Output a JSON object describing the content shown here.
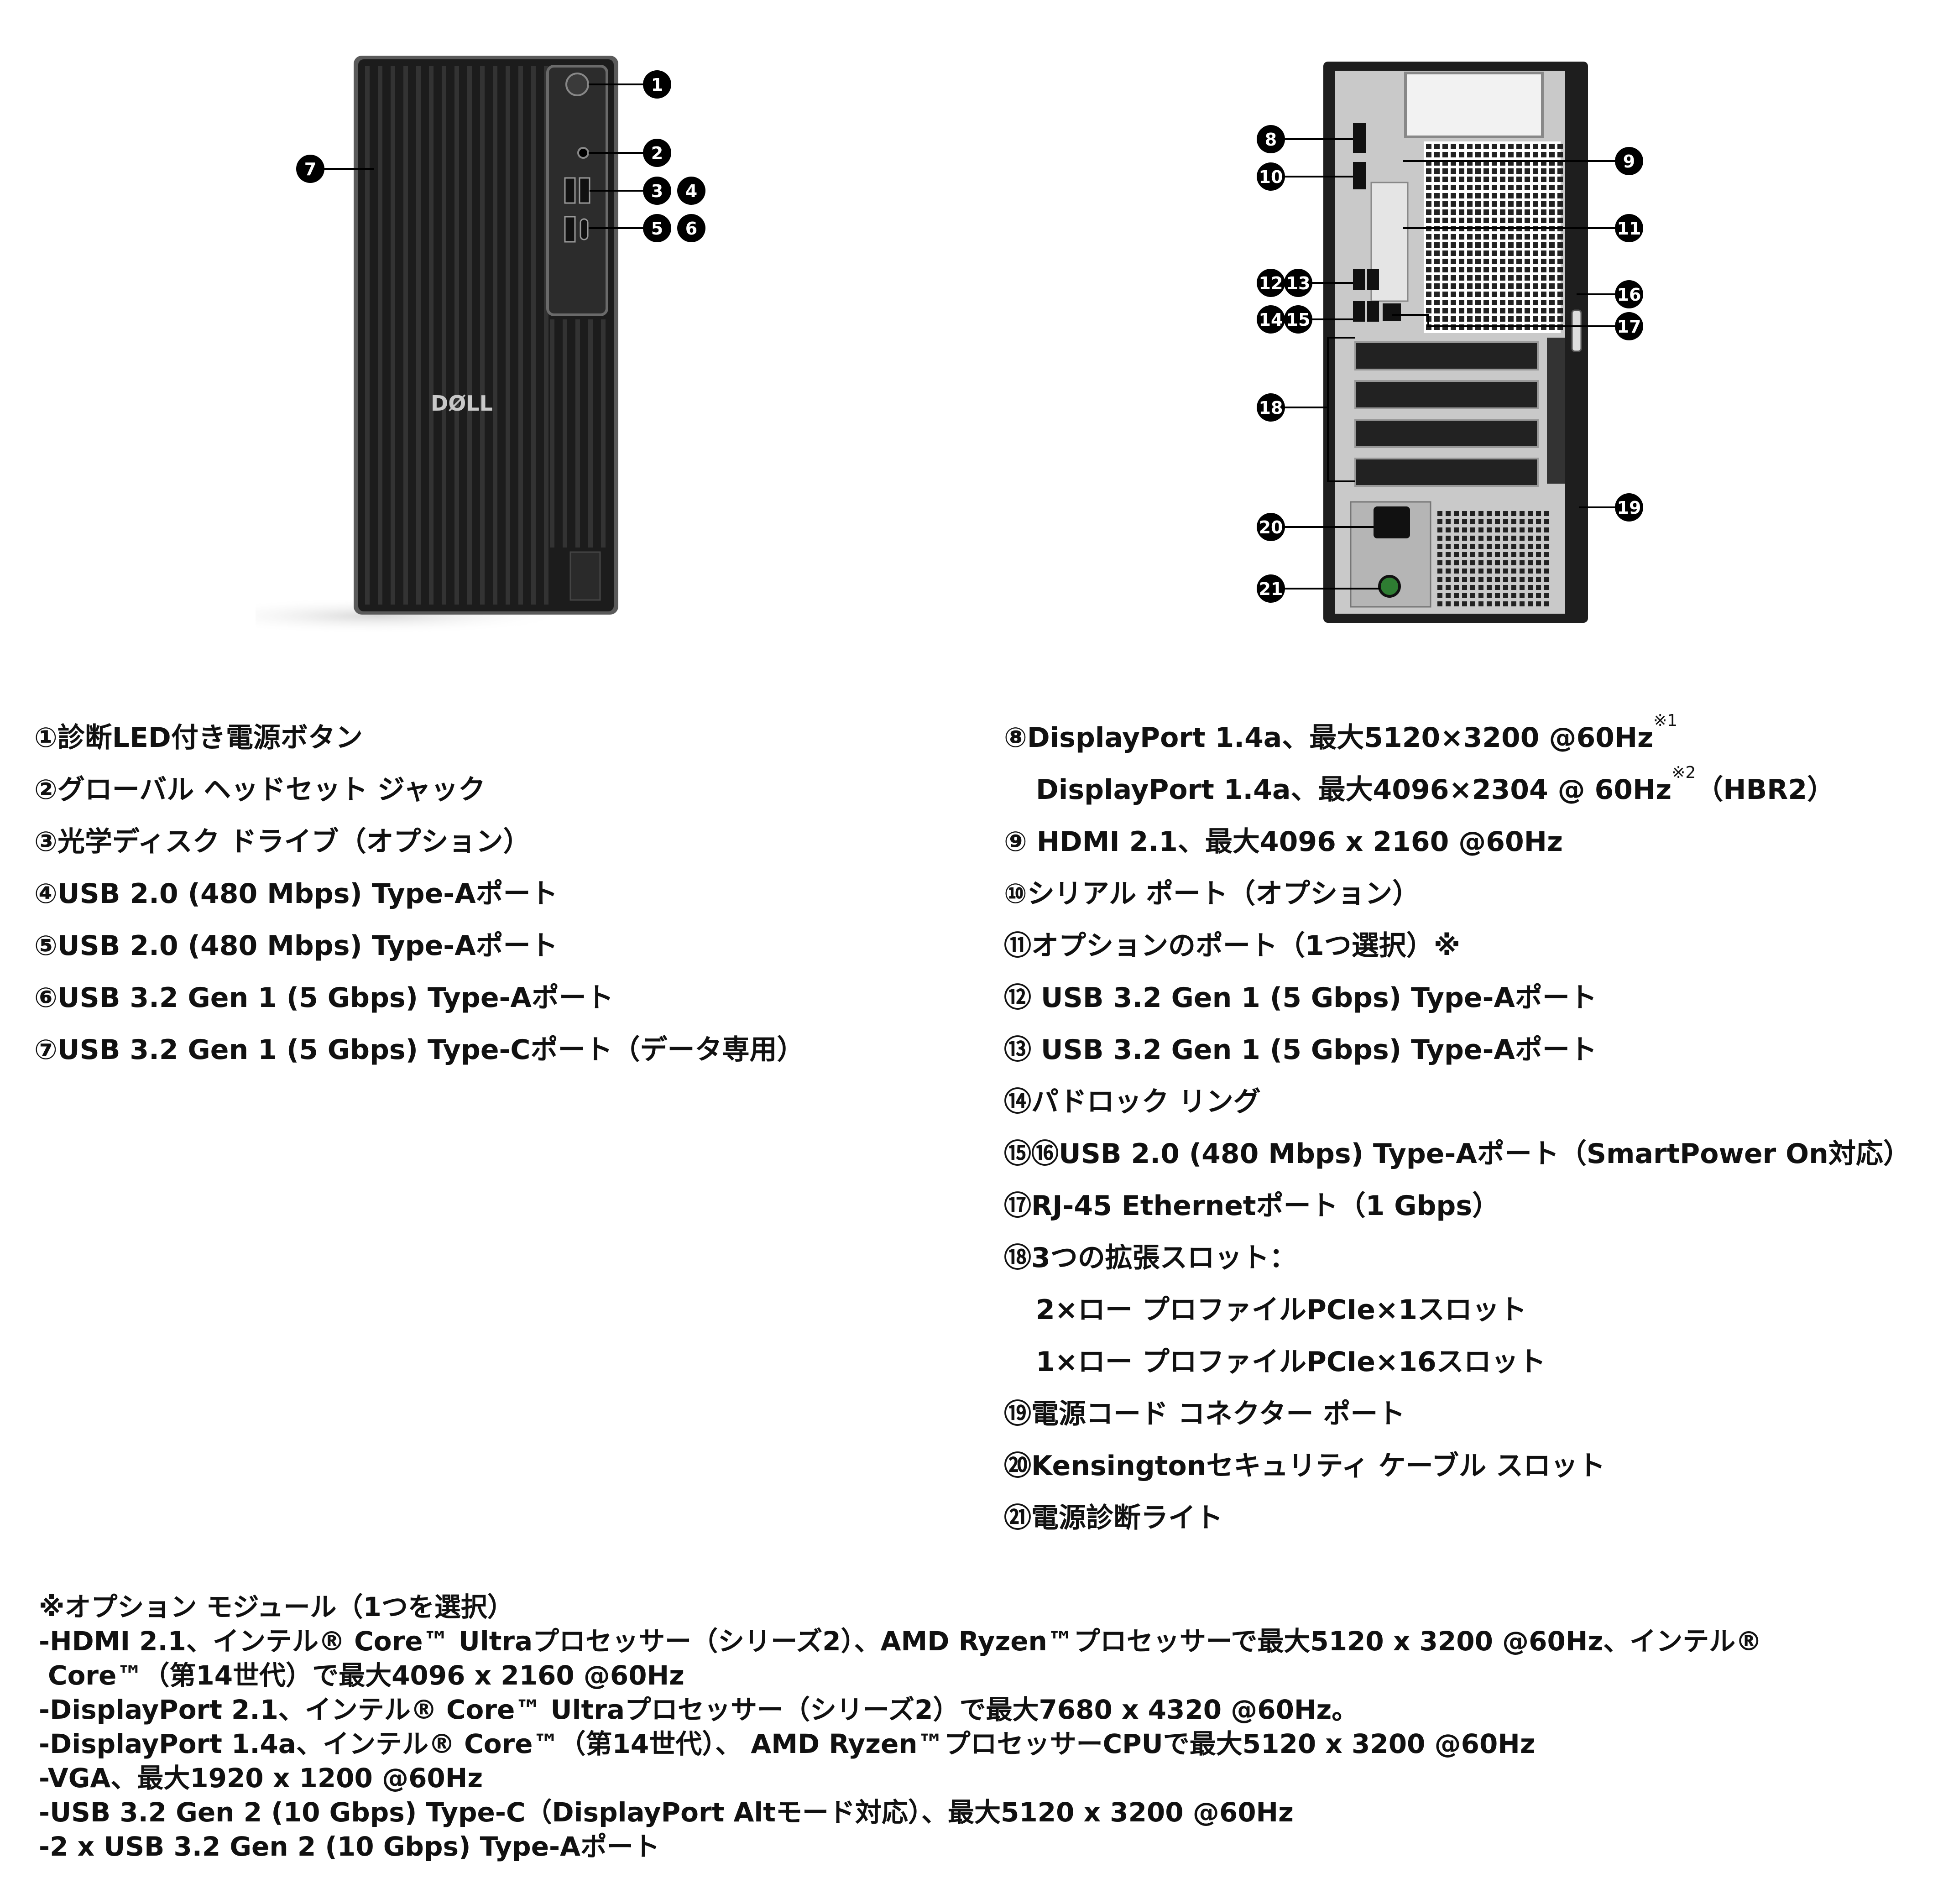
{
  "front_image": {
    "logo_text": "DØLL",
    "callouts": [
      "1",
      "2",
      "3",
      "4",
      "5",
      "6",
      "7"
    ]
  },
  "rear_image": {
    "callouts": [
      "8",
      "9",
      "10",
      "11",
      "12",
      "13",
      "14",
      "15",
      "16",
      "17",
      "18",
      "19",
      "20",
      "21"
    ]
  },
  "left_specs": [
    {
      "mark": "①",
      "text": "診断LED付き電源ボタン"
    },
    {
      "mark": "②",
      "text": "グローバル ヘッドセット ジャック"
    },
    {
      "mark": "③",
      "text": "光学ディスク ドライブ（オプション）"
    },
    {
      "mark": "④",
      "text": "USB 2.0 (480 Mbps) Type-Aポート"
    },
    {
      "mark": "⑤",
      "text": "USB 2.0 (480 Mbps) Type-Aポート"
    },
    {
      "mark": "⑥",
      "text": "USB 3.2 Gen 1 (5 Gbps) Type-Aポート"
    },
    {
      "mark": "⑦",
      "text": "USB 3.2 Gen 1 (5 Gbps) Type-Cポート（データ専用）"
    }
  ],
  "right_specs": {
    "item8": {
      "mark": "⑧",
      "text": "DisplayPort 1.4a、最大5120×3200 @60Hz",
      "sup": "※1"
    },
    "item8b": {
      "text": "DisplayPort 1.4a、最大4096×2304 @ 60Hz",
      "sup": "※2",
      "tail": "（HBR2）"
    },
    "item9": {
      "mark": "⑨",
      "text": " HDMI 2.1、最大4096 x 2160 @60Hz"
    },
    "item10": {
      "mark": "⑩",
      "text": "シリアル ポート（オプション）"
    },
    "item11": {
      "mark": "⑪",
      "text": "オプションのポート（1つ選択）※"
    },
    "item12": {
      "mark": "⑫",
      "text": " USB 3.2 Gen 1 (5 Gbps) Type-Aポート"
    },
    "item13": {
      "mark": "⑬",
      "text": " USB 3.2 Gen 1 (5 Gbps) Type-Aポート"
    },
    "item14": {
      "mark": "⑭",
      "text": "パドロック リング"
    },
    "item15": {
      "mark": "⑮⑯",
      "text": "USB 2.0 (480 Mbps) Type-Aポート（SmartPower On対応）"
    },
    "item17": {
      "mark": "⑰",
      "text": "RJ-45 Ethernetポート（1 Gbps）"
    },
    "item18": {
      "mark": "⑱",
      "text": "3つの拡張スロット："
    },
    "item18a": {
      "text": "2×ロー プロファイルPCIe×1スロット"
    },
    "item18b": {
      "text": "1×ロー プロファイルPCIe×16スロット"
    },
    "item19": {
      "mark": "⑲",
      "text": "電源コード コネクター ポート"
    },
    "item20": {
      "mark": "⑳",
      "text": "Kensingtonセキュリティ ケーブル スロット"
    },
    "item21": {
      "mark": "㉑",
      "text": "電源診断ライト"
    }
  },
  "module_notes": {
    "heading": "※オプション モジュール（1つを選択）",
    "line1": "-HDMI 2.1、インテル® Core™ Ultraプロセッサー（シリーズ2）、AMD Ryzen™プロセッサーで最大5120 x 3200 @60Hz、インテル®",
    "line1b": "Core™（第14世代）で最大4096 x 2160 @60Hz",
    "line2": "-DisplayPort 2.1、インテル® Core™ Ultraプロセッサー（シリーズ2）で最大7680 x 4320 @60Hz。",
    "line3": "-DisplayPort 1.4a、インテル® Core™（第14世代）、 AMD Ryzen™プロセッサーCPUで最大5120 x 3200 @60Hz",
    "line4": "-VGA、最大1920 x 1200 @60Hz",
    "line5": "-USB 3.2 Gen 2 (10 Gbps) Type-C（DisplayPort Altモード対応）、最大5120 x 3200 @60Hz",
    "line6": "-2 x USB 3.2 Gen 2 (10 Gbps) Type-Aポート"
  }
}
